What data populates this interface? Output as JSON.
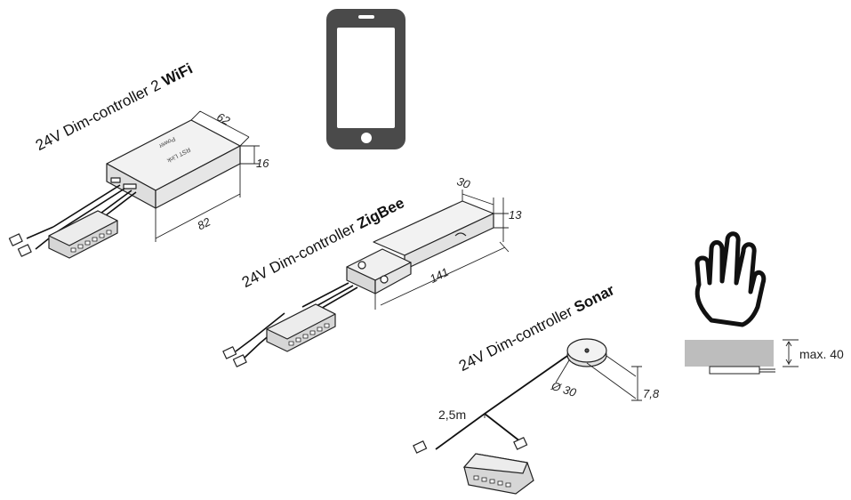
{
  "products": {
    "wifi": {
      "prefix": "24V Dim-controller 2 ",
      "suffix": "WiFi",
      "dims": {
        "width": "62",
        "height": "16",
        "length": "82"
      },
      "top_label_1": "Power",
      "top_label_2": "RST Link"
    },
    "zigbee": {
      "prefix": "24V Dim-controller ",
      "suffix": "ZigBee",
      "dims": {
        "width": "30",
        "height": "13",
        "length": "141"
      }
    },
    "sonar": {
      "prefix": "24V Dim-controller ",
      "suffix": "Sonar",
      "dims": {
        "diameter": "Ø 30",
        "height": "7,8",
        "cable": "2,5m"
      }
    }
  },
  "sensor_range": {
    "label": "max. 40"
  },
  "icons": {
    "smartphone": "smartphone-icon",
    "hand": "hand-icon"
  },
  "colors": {
    "stroke": "#222222",
    "phone": "#4a4a4a",
    "shelf": "#bdbdbd"
  }
}
